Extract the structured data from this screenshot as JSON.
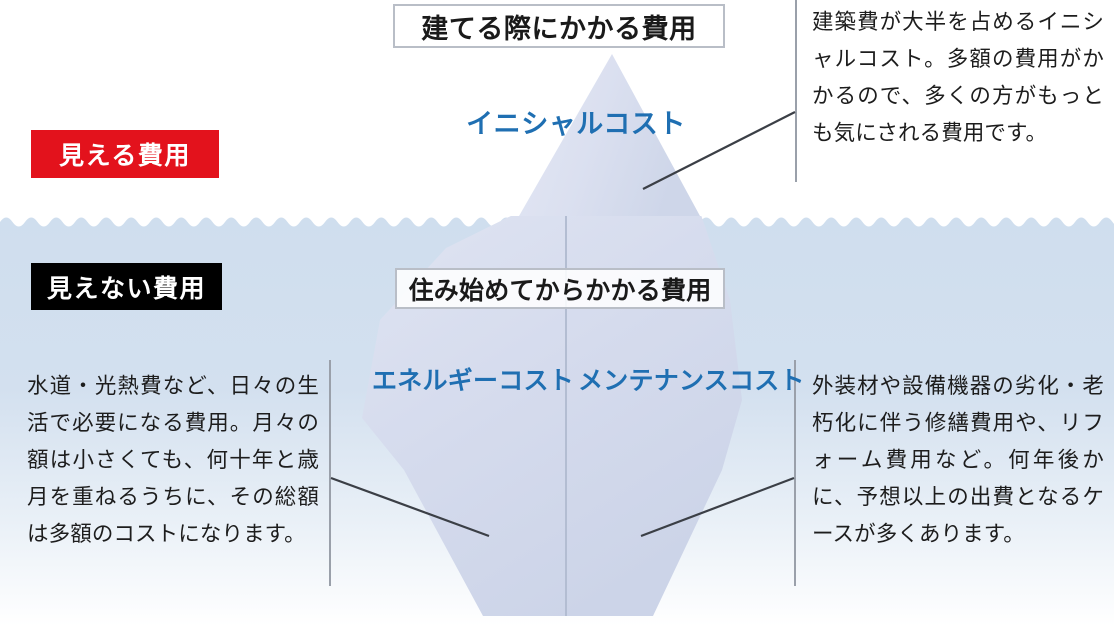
{
  "diagram": {
    "type": "iceberg-cost-diagram",
    "colors": {
      "visible_badge_bg": "#e3121c",
      "invisible_badge_bg": "#000000",
      "water": "#cfdeee",
      "iceberg_above_water": "#dde1f0",
      "iceberg_below_water": "#d6dcee",
      "label_blue": "#1f6fb2",
      "heading_border": "#b9bec7",
      "leader_line": "#3b3f46",
      "divider_line": "#9aa0aa"
    }
  },
  "above_water": {
    "badge": "見える費用",
    "heading": "建てる際にかかる費用",
    "iceberg_label": "イニシャルコスト",
    "description": "建築費が大半を占めるイニシャルコスト。多額の費用がかかるので、多くの方がもっとも気にされる費用です。"
  },
  "below_water": {
    "badge": "見えない費用",
    "heading": "住み始めてからかかる費用",
    "left": {
      "iceberg_label": "エネルギーコスト",
      "description": "水道・光熱費など、日々の生活で必要になる費用。月々の額は小さくても、何十年と歳月を重ねるうちに、その総額は多額のコストになります。"
    },
    "right": {
      "iceberg_label": "メンテナンスコスト",
      "description": "外装材や設備機器の劣化・老朽化に伴う修繕費用や、リフォーム費用など。何年後かに、予想以上の出費となるケースが多くあります。"
    }
  },
  "icons": {
    "waterline": "wave-line-icon",
    "iceberg": "iceberg-icon",
    "leader_top": "leader-line-icon",
    "leader_left": "leader-line-icon",
    "leader_right": "leader-line-icon"
  }
}
